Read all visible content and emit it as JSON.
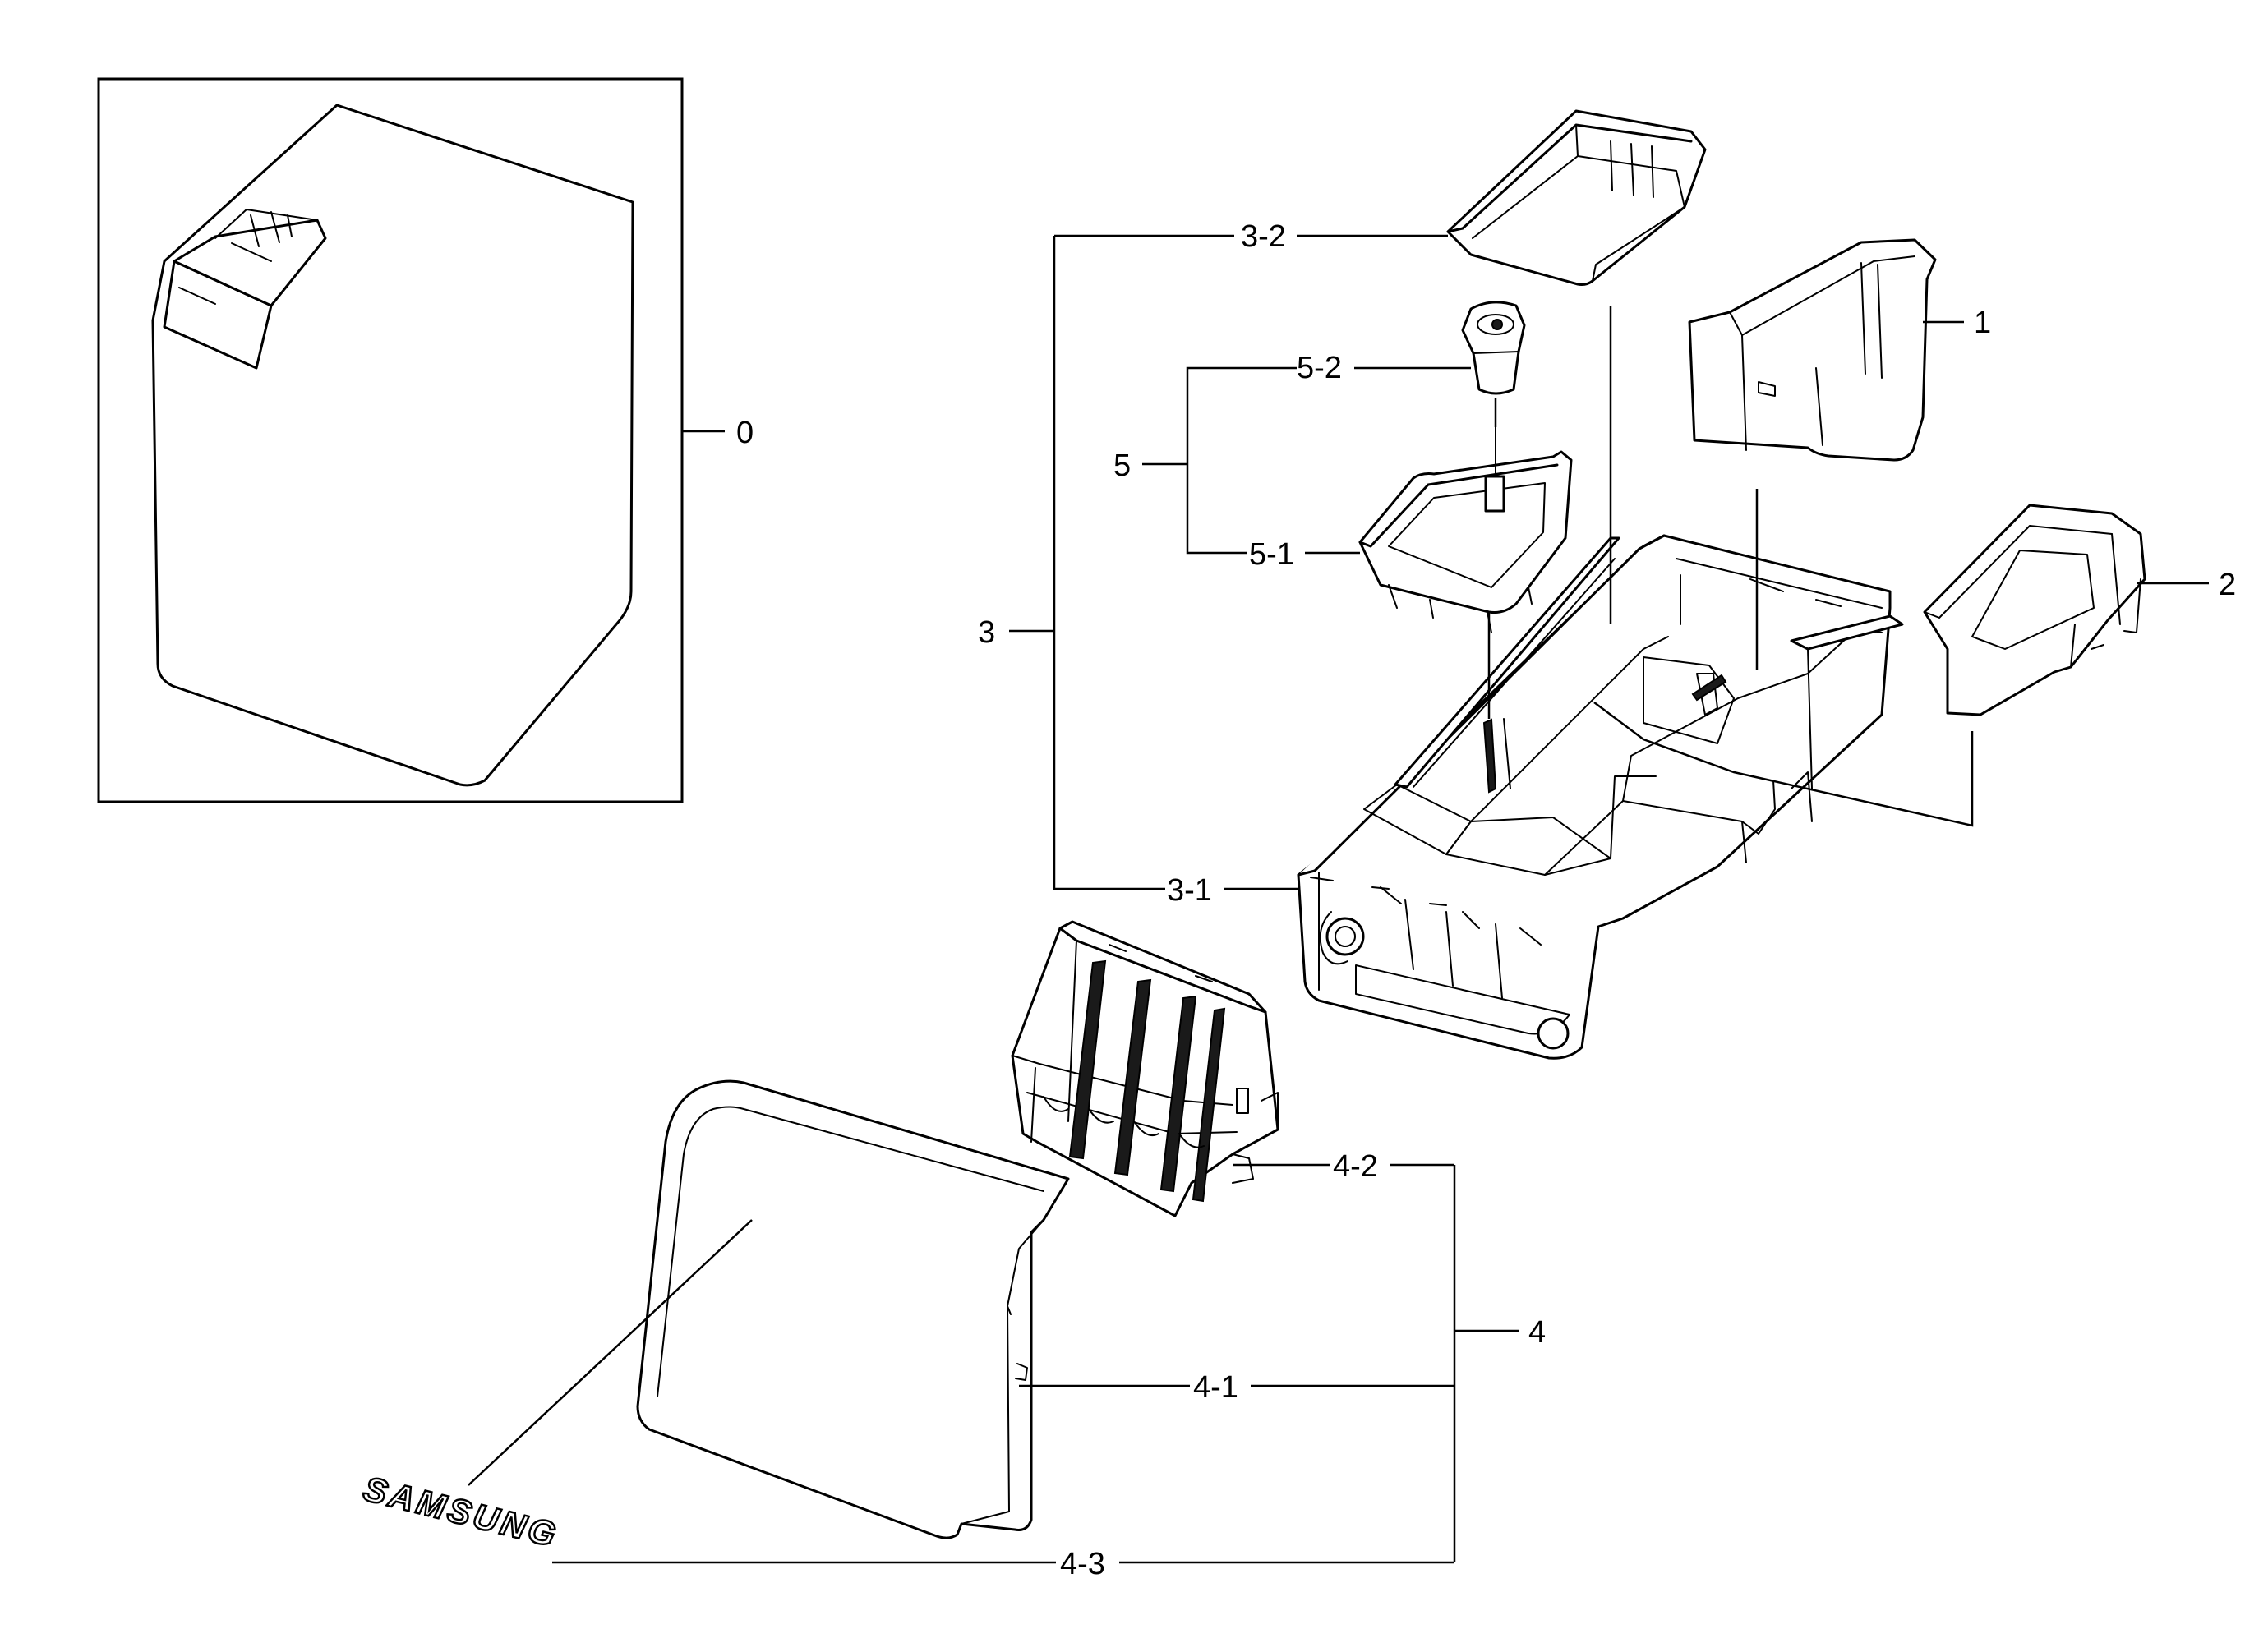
{
  "labels": {
    "l0": "0",
    "l1": "1",
    "l2": "2",
    "l3": "3",
    "l3_1": "3-1",
    "l3_2": "3-2",
    "l4": "4",
    "l4_1": "4-1",
    "l4_2": "4-2",
    "l4_3": "4-3",
    "l5": "5",
    "l5_1": "5-1",
    "l5_2": "5-2"
  },
  "brand_text": "SAMSUNG"
}
